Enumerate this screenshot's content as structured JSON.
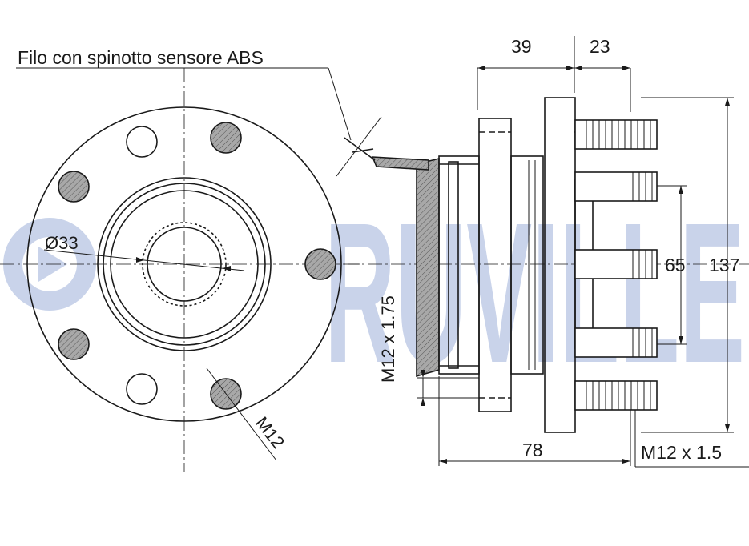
{
  "watermark": {
    "text": "RUVILLE",
    "color": "#c9d3ea"
  },
  "labels": {
    "abs_wire": "Filo con spinotto sensore ABS",
    "bore_diameter": "Ø33",
    "bolt_thread_front": "M12",
    "thread_side": "M12 x 1.75",
    "dim_39": "39",
    "dim_23": "23",
    "dim_65": "65",
    "dim_137": "137",
    "dim_78": "78",
    "stud_thread": "M12 x 1.5"
  },
  "colors": {
    "line": "#1a1a1a",
    "hatch_fill": "#9a9a9a",
    "background": "#ffffff"
  }
}
